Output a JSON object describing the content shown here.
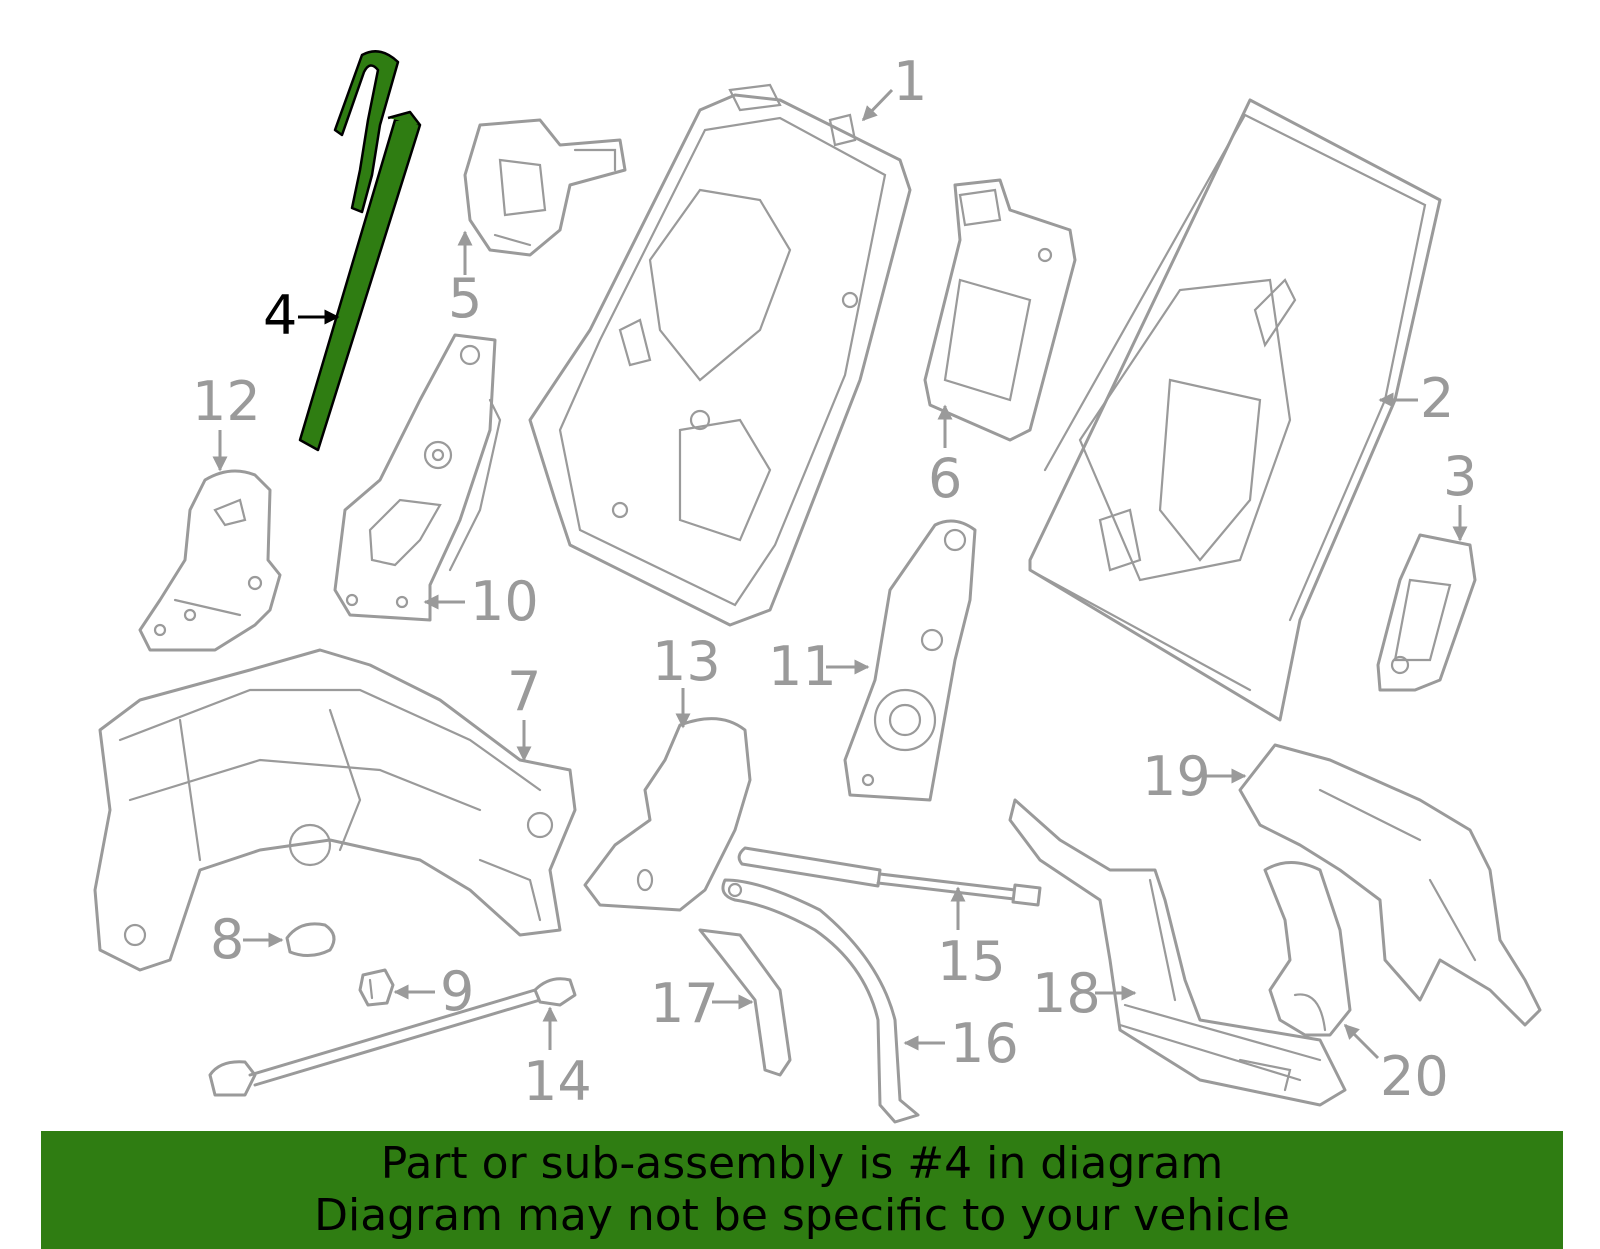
{
  "diagram": {
    "highlighted_part": "4",
    "highlight_color": "#2f7d12",
    "part_color": "#9a9a9a",
    "callouts": [
      "1",
      "2",
      "3",
      "4",
      "5",
      "6",
      "7",
      "8",
      "9",
      "10",
      "11",
      "12",
      "13",
      "14",
      "15",
      "16",
      "17",
      "18",
      "19",
      "20"
    ]
  },
  "banner": {
    "line1": "Part or sub-assembly is #4 in diagram",
    "line2": "Diagram may not be specific to your vehicle",
    "color": "#2f7d12"
  }
}
